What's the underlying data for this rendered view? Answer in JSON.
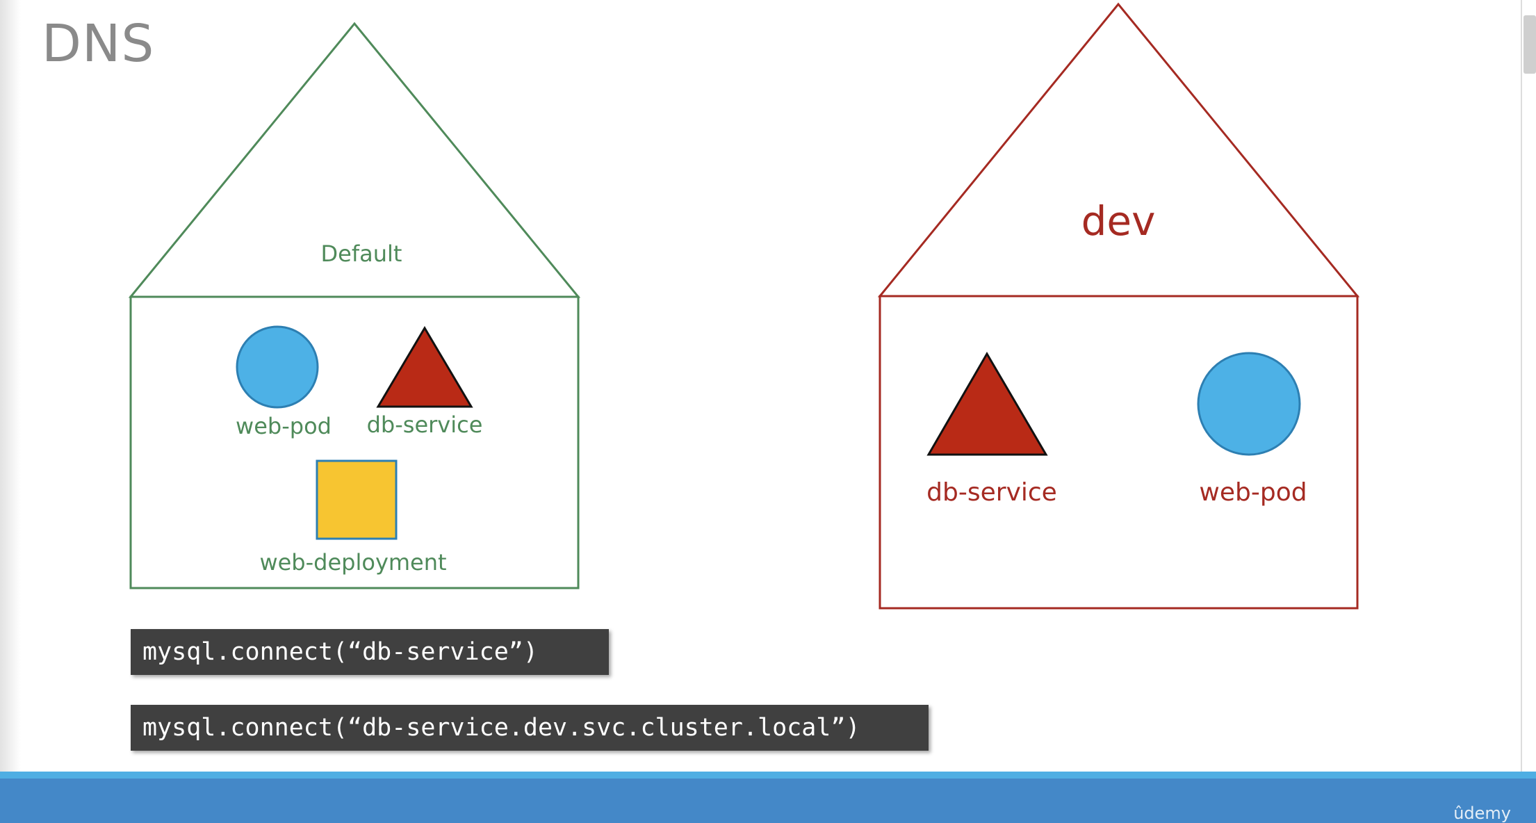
{
  "slide": {
    "title": "DNS",
    "brand": "ûdemy"
  },
  "colors": {
    "green_namespace": "#4f8a5a",
    "red_namespace": "#a52a22",
    "pod_fill": "#4db1e6",
    "service_fill": "#b92a16",
    "deployment_fill": "#f7c531",
    "code_bg": "#404040",
    "footer": "#4488c8",
    "footer_stripe": "#4faee3"
  },
  "namespaces": {
    "default": {
      "label": "Default",
      "items": {
        "pod": {
          "label": "web-pod",
          "shape": "circle"
        },
        "service": {
          "label": "db-service",
          "shape": "triangle"
        },
        "deployment": {
          "label": "web-deployment",
          "shape": "square"
        }
      }
    },
    "dev": {
      "label": "dev",
      "items": {
        "service": {
          "label": "db-service",
          "shape": "triangle"
        },
        "pod": {
          "label": "web-pod",
          "shape": "circle"
        }
      }
    }
  },
  "code_snippets": [
    "mysql.connect(“db-service”)",
    "mysql.connect(“db-service.dev.svc.cluster.local”)"
  ]
}
